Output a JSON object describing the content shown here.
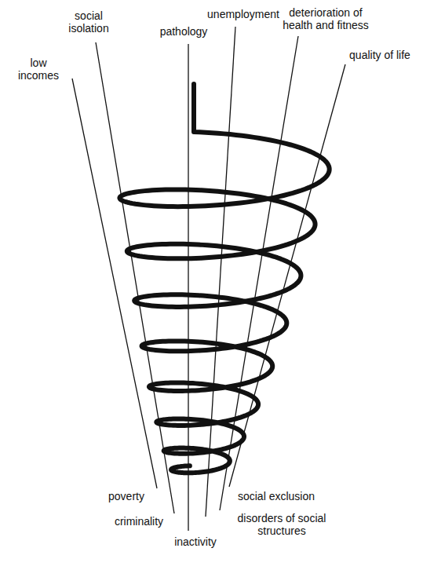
{
  "diagram": {
    "labels": [
      "low incomes",
      "social isolation",
      "pathology",
      "unemployment",
      "deterioration of health and fitness",
      "quality of life",
      "poverty",
      "criminality",
      "inactivity",
      "disorders of social structures",
      "social exclusion"
    ]
  }
}
